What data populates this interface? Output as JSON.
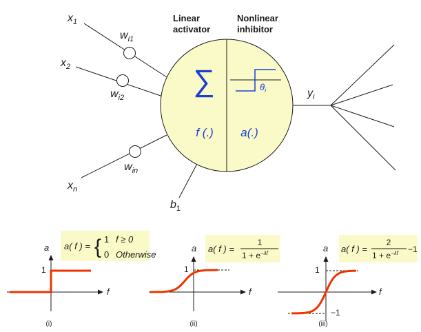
{
  "colors": {
    "cell_fill": "#fafac8",
    "cell_stroke": "#1a1a1a",
    "blue_text": "#1a3fd0",
    "activation_curve": "#ee3300",
    "formula_box": "#fafac8"
  },
  "neuron": {
    "inputs": [
      {
        "var": "x",
        "sub": "1",
        "weight": "w",
        "weight_sub": "i1"
      },
      {
        "var": "x",
        "sub": "2",
        "weight": "w",
        "weight_sub": "i2"
      },
      {
        "var": "x",
        "sub": "n",
        "weight": "w",
        "weight_sub": "in"
      }
    ],
    "bias": {
      "var": "b",
      "sub": "1"
    },
    "output": {
      "var": "y",
      "sub": "i"
    },
    "linear_label_line1": "Linear",
    "linear_label_line2": "activator",
    "nonlinear_label_line1": "Nonlinear",
    "nonlinear_label_line2": "inhibitor",
    "sum_symbol": "∑",
    "linear_func": "f (.)",
    "nonlinear_func": "a(.)",
    "threshold": {
      "var": "θ",
      "sub": "i"
    },
    "output_branches": 4
  },
  "activations": [
    {
      "id": "step",
      "caption": "(i)",
      "formula": {
        "lhs": "a( f ) =",
        "case1_value": "1",
        "case1_cond": "f ≥ 0",
        "case2_value": "0",
        "case2_cond": "Otherwise"
      },
      "axis_x": "f",
      "axis_y": "a",
      "tick_one": "1"
    },
    {
      "id": "sigmoid",
      "caption": "(ii)",
      "formula": {
        "lhs": "a( f ) =",
        "numerator": "1",
        "denominator": "1 + e",
        "exponent": "−λf"
      },
      "axis_x": "f",
      "axis_y": "a",
      "tick_one": "1"
    },
    {
      "id": "bipolar-sigmoid",
      "caption": "(iii)",
      "formula": {
        "lhs": "a( f ) =",
        "numerator": "2",
        "denominator": "1 + e",
        "exponent": "−λf",
        "suffix": "−1"
      },
      "axis_x": "f",
      "axis_y": "a",
      "tick_one": "1",
      "tick_minus_one": "−1"
    }
  ]
}
